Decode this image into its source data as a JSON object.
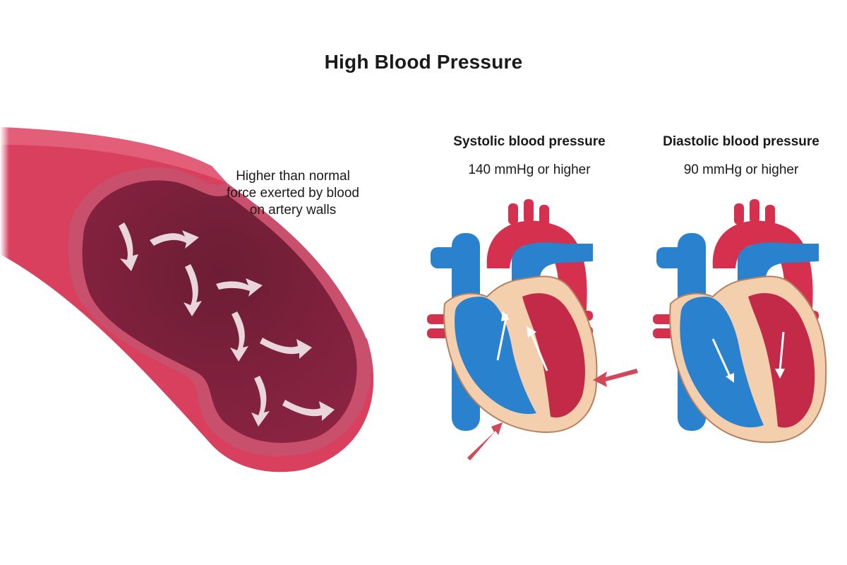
{
  "title": "High Blood Pressure",
  "artery": {
    "caption_lines": [
      "Higher than normal",
      "force exerted by blood",
      "on artery walls"
    ]
  },
  "systolic": {
    "heading": "Systolic blood pressure",
    "value": "140 mmHg or higher"
  },
  "diastolic": {
    "heading": "Diastolic blood pressure",
    "value": "90 mmHg or higher"
  },
  "colors": {
    "artery_outer": "#d8405e",
    "artery_inner": "#7a1f3a",
    "vein_blue": "#2a82cf",
    "artery_red": "#d6304f",
    "heart_tissue": "#f4cfae",
    "pressure_arrow": "#d0485a"
  }
}
